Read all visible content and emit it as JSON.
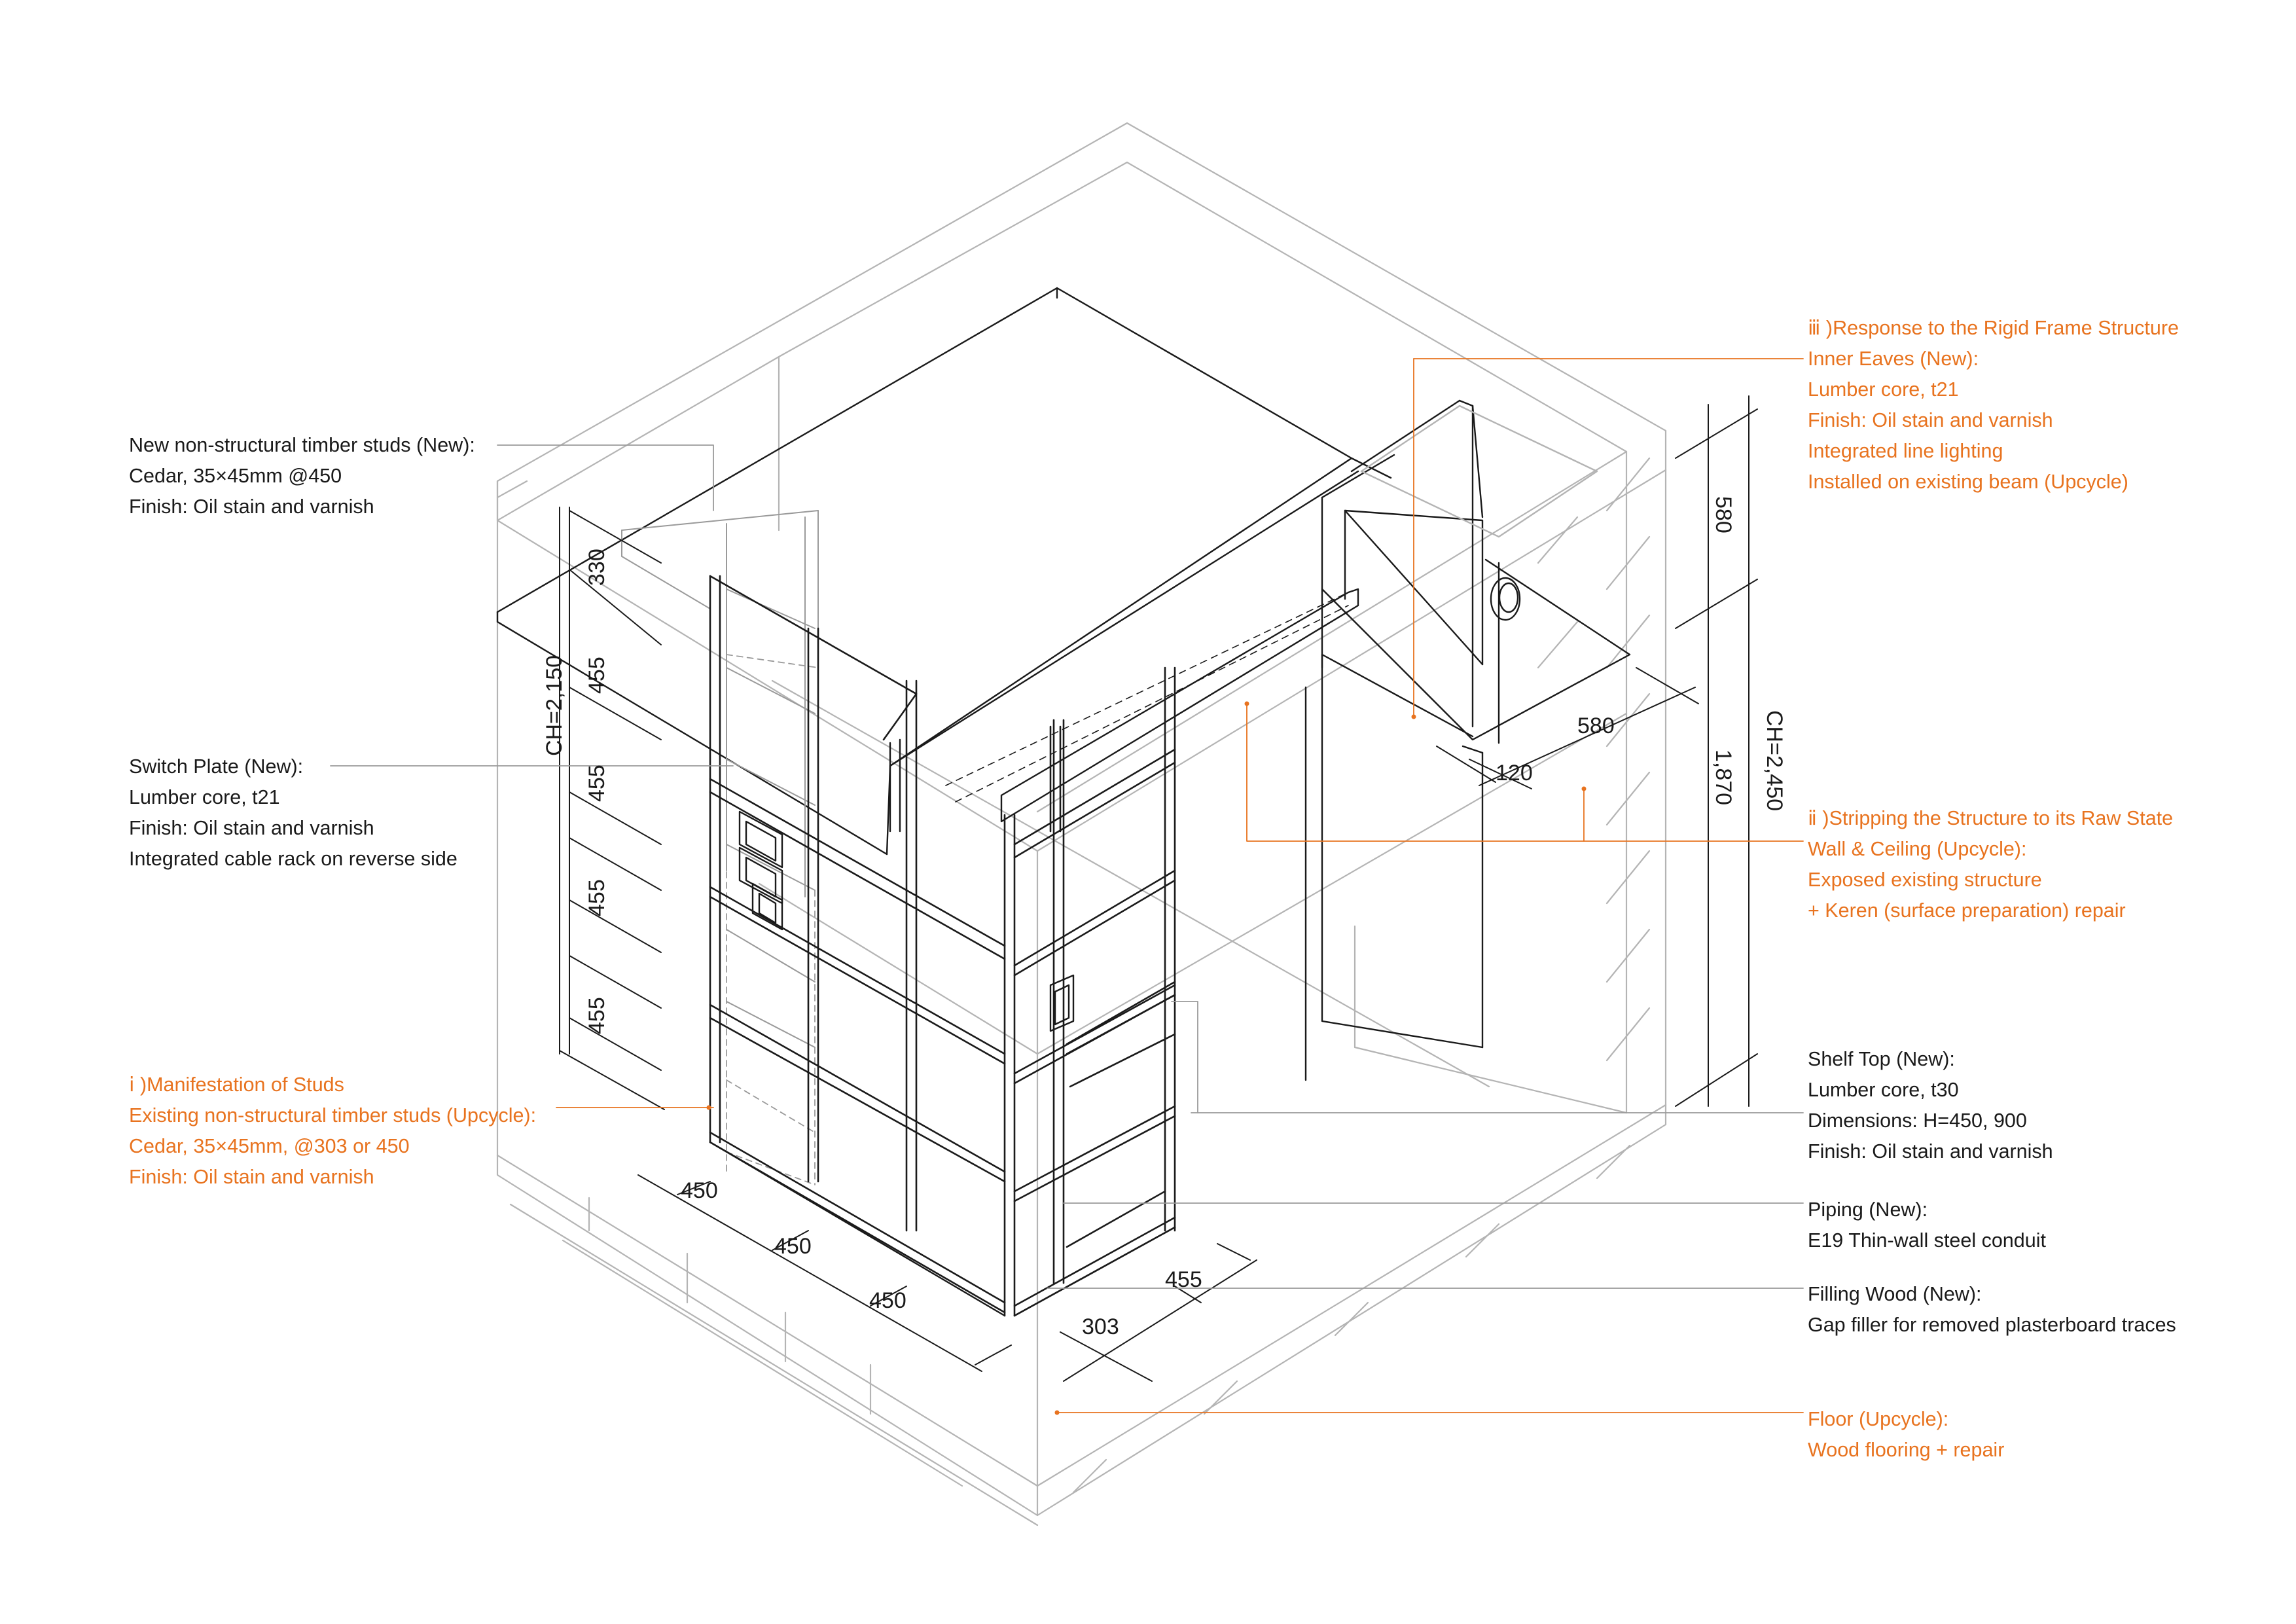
{
  "colors": {
    "line": "#1a1a1a",
    "ghost": "#b4b4b4",
    "accent": "#e8731f",
    "background": "#ffffff"
  },
  "annotations": {
    "new_studs": {
      "lines": [
        "New non-structural timber studs (New):",
        "Cedar, 35×45mm @450",
        "Finish: Oil stain and varnish"
      ]
    },
    "switch_plate": {
      "lines": [
        "Switch Plate (New):",
        "Lumber core, t21",
        "Finish: Oil stain and varnish",
        "Integrated cable rack on reverse side"
      ]
    },
    "studs_manifest": {
      "lines": [
        "ⅰ )Manifestation of Studs",
        "Existing non-structural timber studs (Upcycle):",
        "Cedar, 35×45mm, @303 or 450",
        "Finish: Oil stain and varnish"
      ]
    },
    "rigid_frame": {
      "lines": [
        "ⅲ )Response to the Rigid Frame Structure",
        "Inner Eaves (New):",
        "Lumber core, t21",
        "Finish: Oil stain and varnish",
        "Integrated line lighting",
        "Installed on existing beam (Upcycle)"
      ]
    },
    "raw_state": {
      "lines": [
        "ⅱ )Stripping the Structure to its Raw State",
        "Wall & Ceiling (Upcycle):",
        "Exposed existing structure",
        "+ Keren (surface preparation) repair"
      ]
    },
    "shelf_top": {
      "lines": [
        "Shelf Top (New):",
        "Lumber core, t30",
        "Dimensions: H=450, 900",
        "Finish: Oil stain and varnish"
      ]
    },
    "piping": {
      "lines": [
        "Piping (New):",
        "E19 Thin-wall steel conduit"
      ]
    },
    "filling_wood": {
      "lines": [
        "Filling Wood (New):",
        "Gap filler for removed plasterboard traces"
      ]
    },
    "floor": {
      "lines": [
        "Floor (Upcycle):",
        "Wood flooring + repair"
      ]
    }
  },
  "dimensions": {
    "left_height": "CH=2,150",
    "left_segments": [
      "330",
      "455",
      "455",
      "455",
      "455"
    ],
    "bottom_left": [
      "450",
      "450",
      "450"
    ],
    "bottom_right": [
      "455",
      "303"
    ],
    "right_height": "CH=2,450",
    "right_segments": [
      "580",
      "1,870"
    ],
    "eaves_depth": "580",
    "eaves_width": "120"
  }
}
